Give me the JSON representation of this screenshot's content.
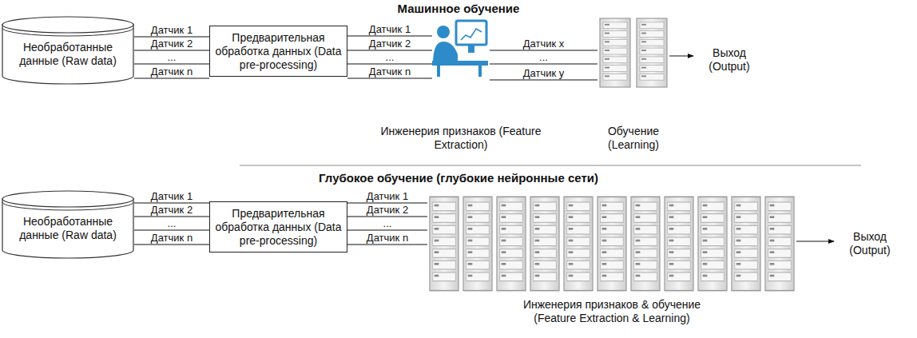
{
  "diagram": {
    "title": "Машинное обучение",
    "nodes": [
      {
        "text": [
          "Необработанные данные (Raw data)"
        ]
      },
      {
        "text": [
          "Предварительная обработка данных (Data pre-processing)"
        ]
      },
      {
        "text": [
          "Инженерия признаков (Feature Extraction)"
        ]
      },
      {
        "text": [
          "Обучение (Learning)"
        ]
      },
      {
        "text": [
          "Выход (Output)"
        ]
      },
      {
        "text": [
          "Необработанные данные (Raw data)"
        ]
      },
      {
        "text": [
          "Предварительная обработка данных (Data pre-processing)"
        ]
      },
      {
        "text": [
          "Инженерия признаков & обучение (Feature Extraction & Learning)"
        ]
      },
      {
        "text": [
          "Выход (Output)"
        ]
      }
    ],
    "edges": [
      {
        "from": 0,
        "to": 1,
        "label": "Датчик 1",
        "arrow": "none"
      },
      {
        "from": 0,
        "to": 1,
        "label": "Датчик 2",
        "arrow": "none"
      },
      {
        "from": 0,
        "to": 1,
        "label": "...",
        "arrow": "none"
      },
      {
        "from": 0,
        "to": 1,
        "label": "Датчик n",
        "arrow": "none"
      },
      {
        "from": 1,
        "to": 2,
        "label": "Датчик 1",
        "arrow": "none"
      },
      {
        "from": 1,
        "to": 2,
        "label": "Датчик 2",
        "arrow": "none"
      },
      {
        "from": 1,
        "to": 2,
        "label": "...",
        "arrow": "none"
      },
      {
        "from": 1,
        "to": 2,
        "label": "Датчик n",
        "arrow": "none"
      },
      {
        "from": 2,
        "to": 3,
        "label": "Датчик x",
        "arrow": "none"
      },
      {
        "from": 2,
        "to": 3,
        "label": "...",
        "arrow": "none"
      },
      {
        "from": 2,
        "to": 3,
        "label": "Датчик y",
        "arrow": "none"
      },
      {
        "from": 3,
        "to": 4,
        "arrow": "to"
      },
      {
        "from": 5,
        "to": 6,
        "label": "Датчик 1",
        "arrow": "none"
      },
      {
        "from": 5,
        "to": 6,
        "label": "Датчик 2",
        "arrow": "none"
      },
      {
        "from": 5,
        "to": 6,
        "label": "...",
        "arrow": "none"
      },
      {
        "from": 5,
        "to": 6,
        "label": "Датчик n",
        "arrow": "none"
      },
      {
        "from": 6,
        "to": 7,
        "label": "Датчик 1",
        "arrow": "none"
      },
      {
        "from": 6,
        "to": 7,
        "label": "Датчик 2",
        "arrow": "none"
      },
      {
        "from": 6,
        "to": 7,
        "label": "...",
        "arrow": "none"
      },
      {
        "from": 6,
        "to": 7,
        "label": "Датчик n",
        "arrow": "none"
      },
      {
        "from": 7,
        "to": 8,
        "arrow": "to"
      }
    ],
    "labels": [
      "Глубокое обучение (глубокие нейронные сети)"
    ]
  }
}
